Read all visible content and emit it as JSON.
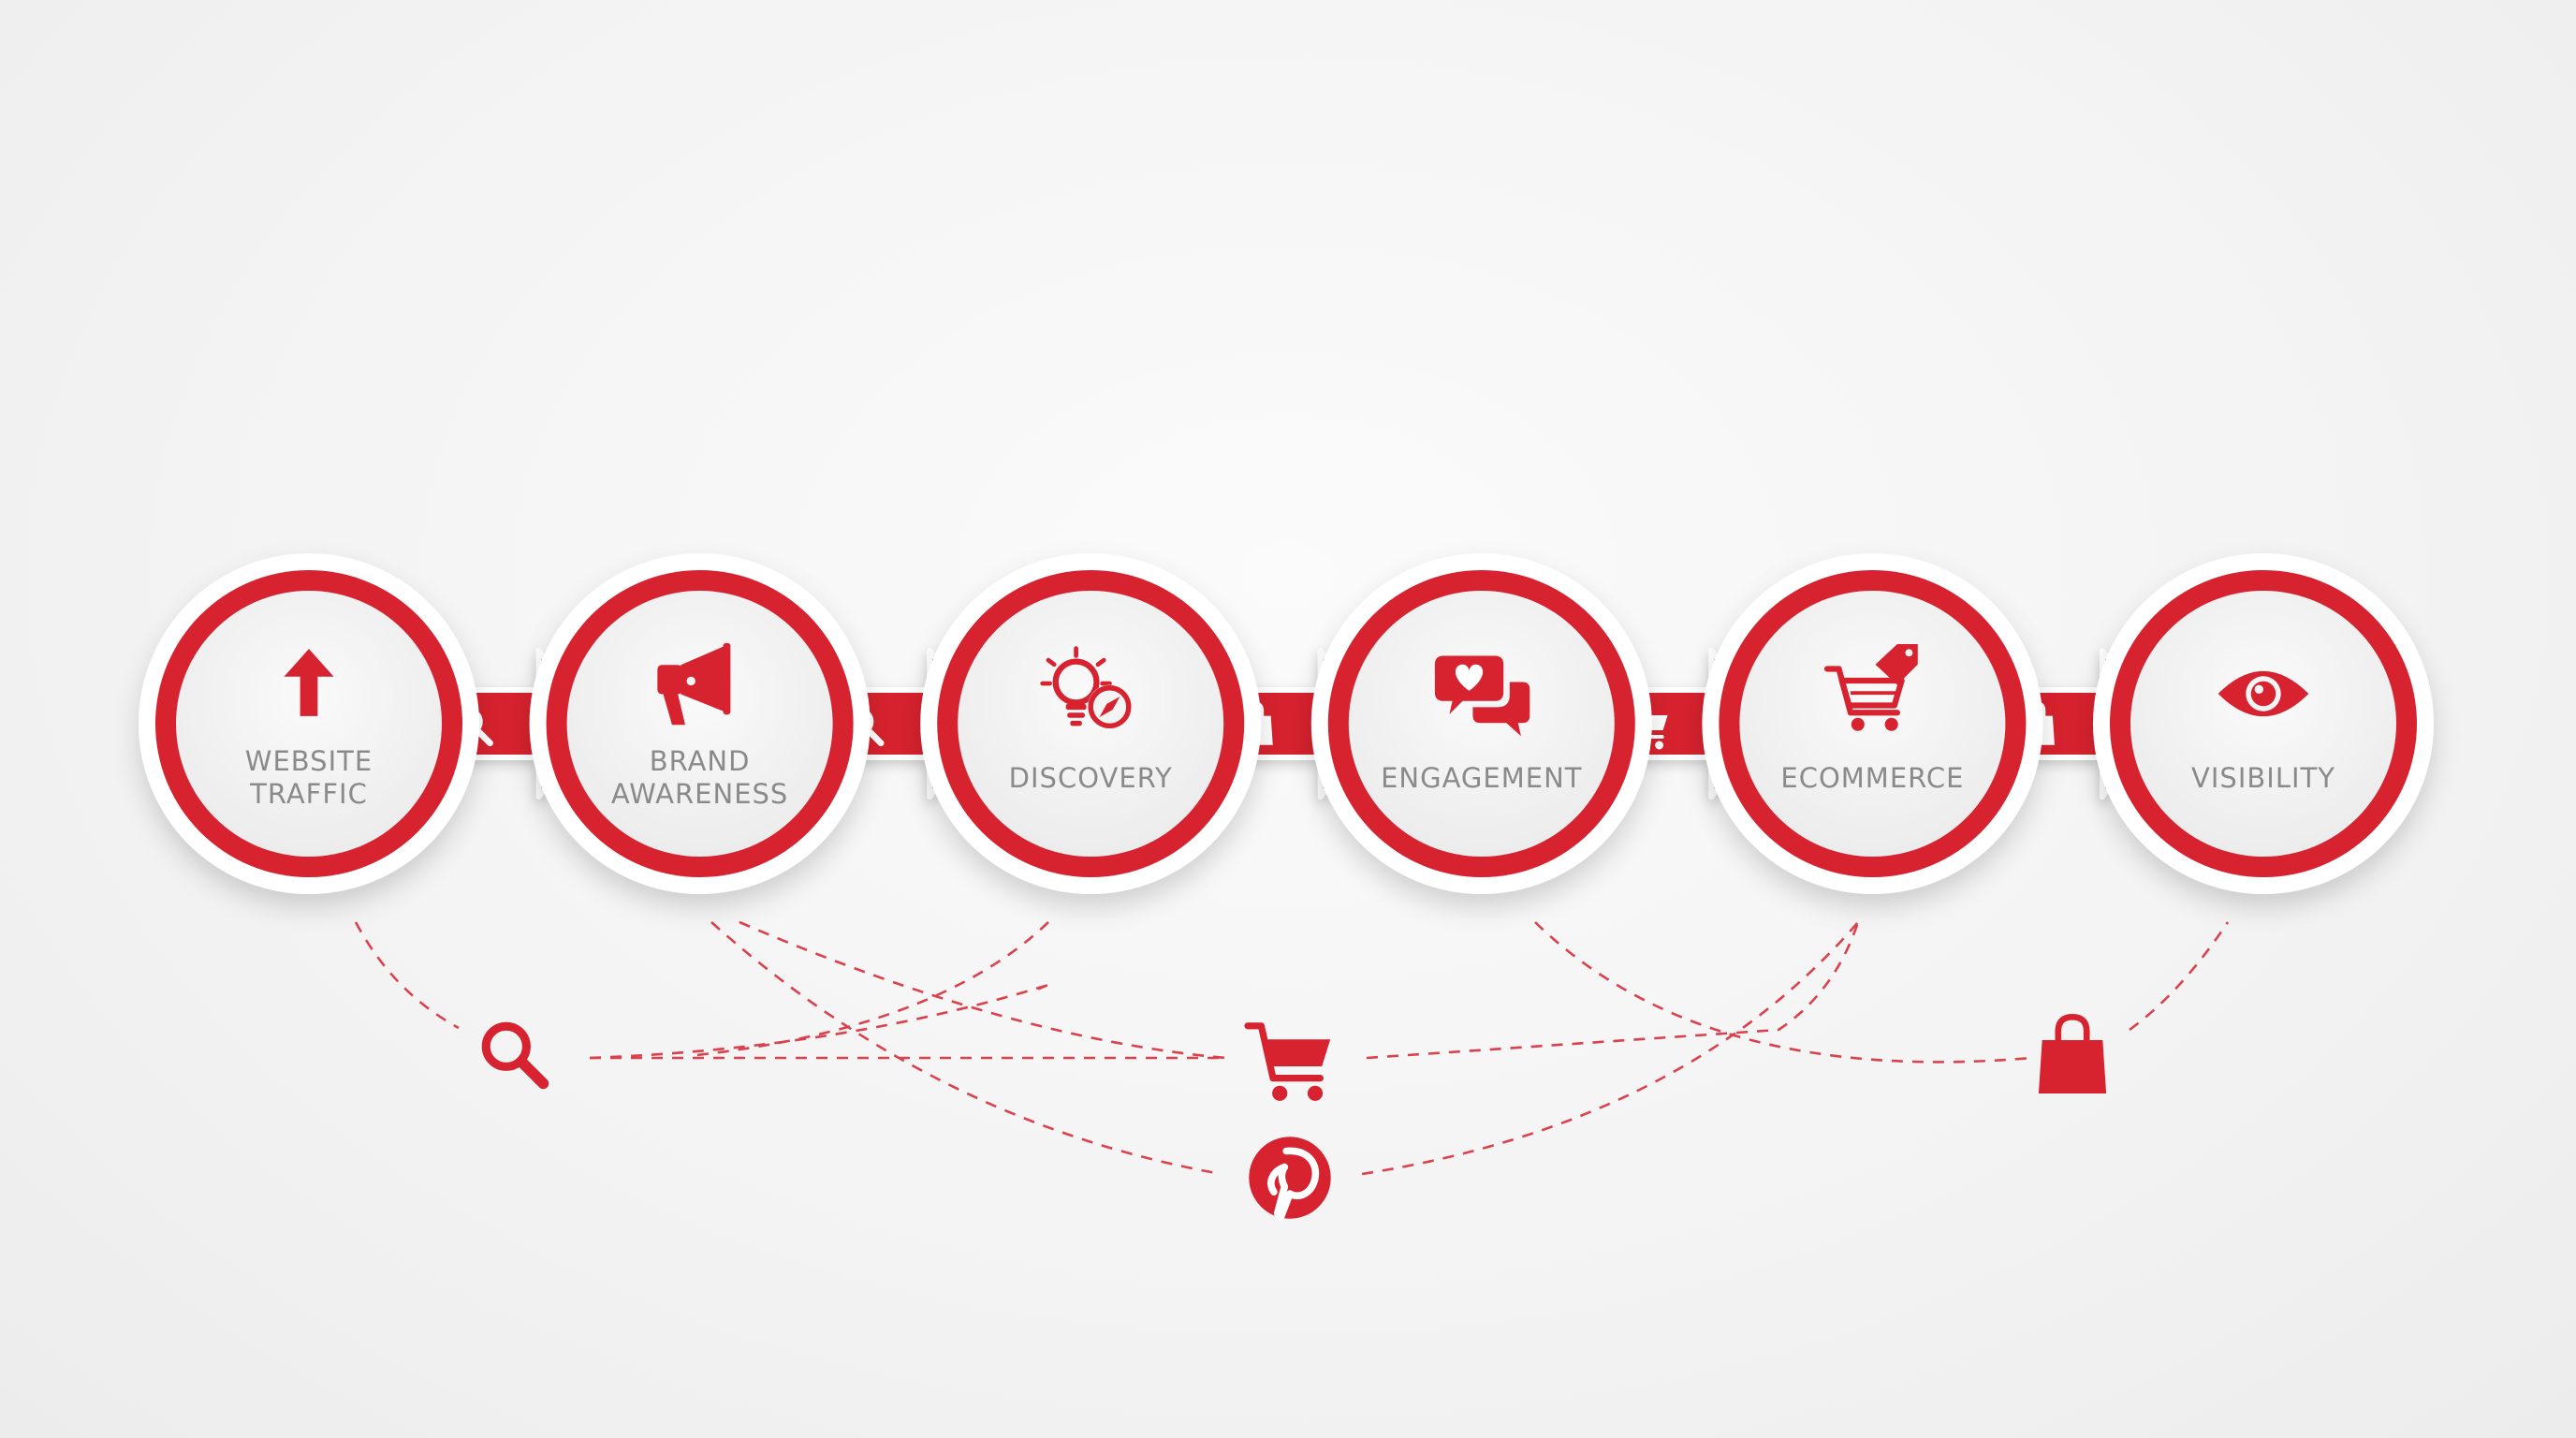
{
  "diagram": {
    "steps": [
      {
        "lines": [
          "WEBSITE",
          "TRAFFIC"
        ],
        "icon": "arrow-up-icon"
      },
      {
        "lines": [
          "BRAND",
          "AWARENESS"
        ],
        "icon": "megaphone-icon"
      },
      {
        "lines": [
          "DISCOVERY"
        ],
        "icon": "lightbulb-compass-icon"
      },
      {
        "lines": [
          "ENGAGEMENT"
        ],
        "icon": "chat-heart-icon"
      },
      {
        "lines": [
          "ECOMMERCE"
        ],
        "icon": "cart-tag-icon"
      },
      {
        "lines": [
          "VISIBILITY"
        ],
        "icon": "eye-icon"
      }
    ],
    "connector_icons": [
      "search-icon",
      "search-icon",
      "shopping-bag-icon",
      "cart-icon",
      "shopping-bag-icon"
    ],
    "network_icons": [
      "search-icon",
      "cart-icon",
      "shopping-bag-icon",
      "pinterest-icon"
    ],
    "colors": {
      "accent": "#d7222f",
      "ring_outer": "#ffffff",
      "disc_fill": "#f4f4f4",
      "label": "#8a8a8a",
      "background": "#f3f3f3"
    }
  }
}
